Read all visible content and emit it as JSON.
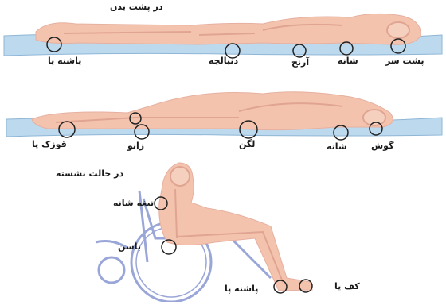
{
  "panels": [
    {
      "id": "supine",
      "title": "در پشت بدن",
      "labels": [
        "پاشنه پا",
        "دنبالچه",
        "آرنج",
        "شانه",
        "پشت سر"
      ]
    },
    {
      "id": "side",
      "labels": [
        "قوزک پا",
        "زانو",
        "لگن",
        "شانه",
        "گوش"
      ]
    },
    {
      "id": "sitting",
      "title": "در حالت نشسته",
      "labels": [
        "تیغه شانه",
        "باسن",
        "کف پا",
        "پاشنه پا"
      ]
    }
  ],
  "colors": {
    "mattress": "#bcd9ee",
    "mattress_edge": "#8fb6d6",
    "skin": "#f4c3ae",
    "bone": "#e6b0a0",
    "outline": "#222222",
    "wheelchair": "#9aa6d8"
  }
}
